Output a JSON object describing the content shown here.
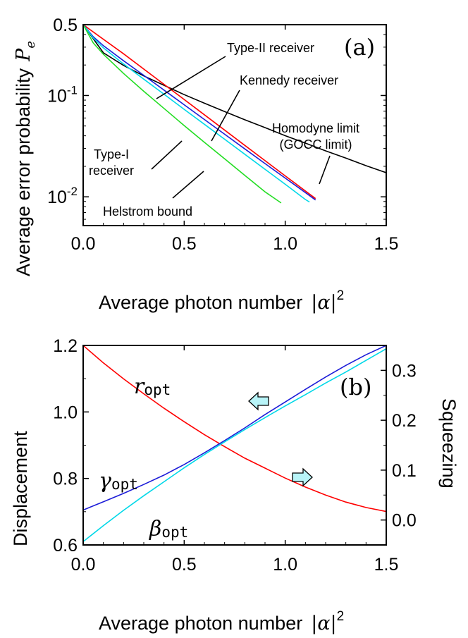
{
  "chart_data": [
    {
      "type": "line",
      "panel_label": "(a)",
      "xlabel": "Average photon number",
      "xlabel_math": "|α|",
      "xlabel_exp": "2",
      "ylabel": "Average error probability",
      "ylabel_math": "P",
      "ylabel_math_sub": "e",
      "y_scale": "log",
      "xlim": [
        0,
        1.5
      ],
      "ylim": [
        0.0052,
        0.5
      ],
      "x_ticks": [
        "0.0",
        "0.5",
        "1.0",
        "1.5"
      ],
      "x_tick_values": [
        0,
        0.5,
        1.0,
        1.5
      ],
      "y_tick_labels": [
        {
          "value": 0.5,
          "base": "0.5",
          "exp": ""
        },
        {
          "value": 0.1,
          "base": "10",
          "exp": "-1"
        },
        {
          "value": 0.01,
          "base": "10",
          "exp": "-2"
        }
      ],
      "series": [
        {
          "name": "Homodyne limit (GOCC limit)",
          "color": "#000000",
          "x": [
            0,
            0.1,
            0.2,
            0.3,
            0.4,
            0.5,
            0.6,
            0.7,
            0.8,
            0.9,
            1.0,
            1.1,
            1.2,
            1.3,
            1.4,
            1.5
          ],
          "y": [
            0.5,
            0.264,
            0.198,
            0.156,
            0.126,
            0.102,
            0.0839,
            0.0694,
            0.0576,
            0.0482,
            0.0401,
            0.0339,
            0.0284,
            0.0241,
            0.0203,
            0.0173
          ]
        },
        {
          "name": "Type-II receiver",
          "color": "#ff0000",
          "x": [
            0,
            0.2,
            0.4,
            0.6,
            0.8,
            1.0,
            1.15
          ],
          "y": [
            0.5,
            0.258,
            0.129,
            0.0645,
            0.0322,
            0.0161,
            0.0096
          ]
        },
        {
          "name": "Kennedy receiver",
          "color": "#1c1cd8",
          "x": [
            0,
            0.05,
            0.1,
            0.2,
            0.3,
            0.4,
            0.5,
            0.6,
            0.7,
            0.8,
            0.9,
            1.0,
            1.1,
            1.15
          ],
          "y": [
            0.5,
            0.38,
            0.31,
            0.22,
            0.158,
            0.113,
            0.081,
            0.058,
            0.0415,
            0.0297,
            0.0213,
            0.0153,
            0.011,
            0.0093
          ]
        },
        {
          "name": "Type-I receiver",
          "color": "#00d8e8",
          "x": [
            0,
            0.05,
            0.1,
            0.2,
            0.3,
            0.4,
            0.5,
            0.6,
            0.7,
            0.8,
            0.9,
            1.0,
            1.1,
            1.12
          ],
          "y": [
            0.5,
            0.37,
            0.295,
            0.205,
            0.145,
            0.103,
            0.073,
            0.052,
            0.037,
            0.0263,
            0.0187,
            0.0133,
            0.0094,
            0.0089
          ]
        },
        {
          "name": "Helstrom bound",
          "color": "#22dd22",
          "x": [
            0,
            0.05,
            0.1,
            0.2,
            0.3,
            0.4,
            0.5,
            0.6,
            0.7,
            0.8,
            0.9,
            0.98
          ],
          "y": [
            0.5,
            0.33,
            0.255,
            0.165,
            0.11,
            0.0745,
            0.0505,
            0.0345,
            0.0237,
            0.0163,
            0.0112,
            0.0087
          ]
        }
      ],
      "annotations": [
        {
          "lines": [
            "Type-II receiver"
          ],
          "points_to": "Type-II receiver"
        },
        {
          "lines": [
            "Kennedy receiver"
          ],
          "points_to": "Kennedy receiver"
        },
        {
          "lines": [
            "Type-I",
            "receiver"
          ],
          "points_to": "Type-I receiver"
        },
        {
          "lines": [
            "Helstrom bound"
          ],
          "points_to": "Helstrom bound"
        },
        {
          "lines": [
            "Homodyne limit",
            "(GOCC limit)"
          ],
          "points_to": "Homodyne limit (GOCC limit)"
        }
      ]
    },
    {
      "type": "line",
      "panel_label": "(b)",
      "xlabel": "Average photon number",
      "xlabel_math": "|α|",
      "xlabel_exp": "2",
      "ylabel": "Displacement",
      "y2label": "Squeezing",
      "xlim": [
        0,
        1.5
      ],
      "ylim": [
        0.6,
        1.2
      ],
      "y2lim": [
        -0.05,
        0.35
      ],
      "x_ticks": [
        "0.0",
        "0.5",
        "1.0",
        "1.5"
      ],
      "x_tick_values": [
        0,
        0.5,
        1.0,
        1.5
      ],
      "y_ticks": [
        "0.6",
        "0.8",
        "1.0",
        "1.2"
      ],
      "y_tick_values": [
        0.6,
        0.8,
        1.0,
        1.2
      ],
      "y2_ticks": [
        "0.0",
        "0.1",
        "0.2",
        "0.3"
      ],
      "y2_tick_values": [
        0.0,
        0.1,
        0.2,
        0.3
      ],
      "series": [
        {
          "name": "r_opt",
          "label": "r",
          "label_sub": "opt",
          "axis": "right",
          "color": "#ff0000",
          "x": [
            0,
            0.1,
            0.2,
            0.3,
            0.4,
            0.5,
            0.6,
            0.7,
            0.8,
            0.9,
            1.0,
            1.1,
            1.2,
            1.3,
            1.4,
            1.5
          ],
          "y": [
            0.35,
            0.315,
            0.283,
            0.253,
            0.224,
            0.197,
            0.171,
            0.147,
            0.124,
            0.104,
            0.084,
            0.066,
            0.05,
            0.036,
            0.025,
            0.017
          ]
        },
        {
          "name": "gamma_opt",
          "label": "γ",
          "label_sub": "opt",
          "axis": "left",
          "color": "#1c1cd8",
          "x": [
            0,
            0.1,
            0.2,
            0.3,
            0.4,
            0.5,
            0.6,
            0.7,
            0.8,
            0.9,
            1.0,
            1.1,
            1.2,
            1.3,
            1.4,
            1.5
          ],
          "y": [
            0.705,
            0.73,
            0.755,
            0.782,
            0.81,
            0.842,
            0.877,
            0.914,
            0.952,
            0.992,
            1.03,
            1.068,
            1.105,
            1.14,
            1.172,
            1.2
          ]
        },
        {
          "name": "beta_opt",
          "label": "β",
          "label_sub": "opt",
          "axis": "left",
          "color": "#00d8e8",
          "x": [
            0,
            0.1,
            0.2,
            0.3,
            0.4,
            0.5,
            0.6,
            0.7,
            0.8,
            0.9,
            1.0,
            1.1,
            1.2,
            1.3,
            1.4,
            1.5
          ],
          "y": [
            0.61,
            0.658,
            0.704,
            0.748,
            0.79,
            0.832,
            0.872,
            0.91,
            0.947,
            0.983,
            1.018,
            1.052,
            1.087,
            1.12,
            1.155,
            1.19
          ]
        }
      ],
      "markers": [
        {
          "name": "left-arrow",
          "direction": "left",
          "refers_to": "left-axis",
          "color": "#b8f4f8"
        },
        {
          "name": "right-arrow",
          "direction": "right",
          "refers_to": "right-axis",
          "color": "#b8f4f8"
        }
      ]
    }
  ]
}
